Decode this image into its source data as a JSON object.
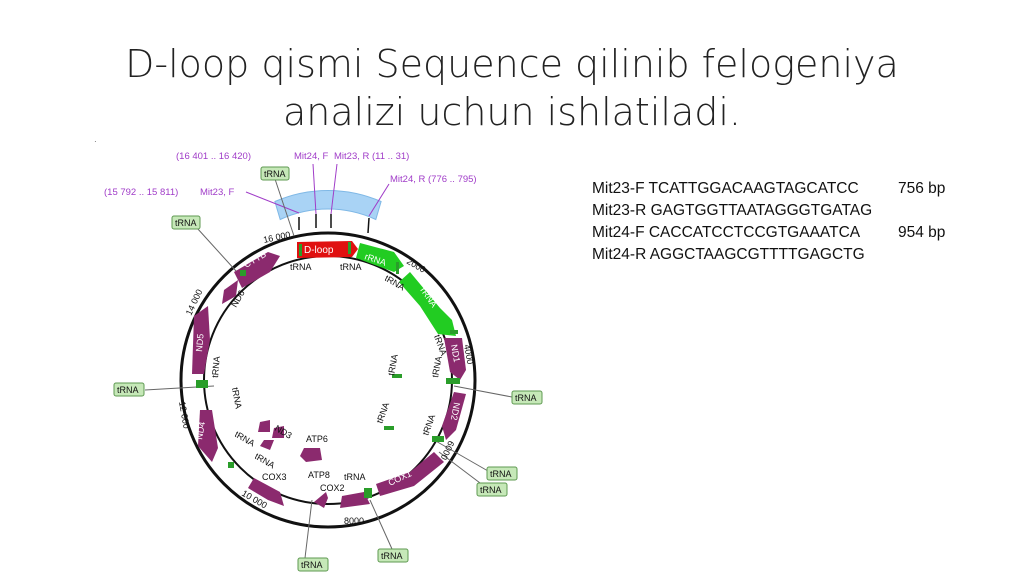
{
  "title": {
    "line1": "D-loop qismi Sequence qilinib felogeniya",
    "line2": "analizi uchun ishlatiladi."
  },
  "primers": [
    {
      "label": "Mit23-F TCATTGGACAAGTAGCATCC",
      "size": "756 bp"
    },
    {
      "label": "Mit23-R   GAGTGGTTAATAGGGTGATAG",
      "size": ""
    },
    {
      "label": "Mit24-F CACCATCCTCCGTGAAATCA",
      "size": "954 bp"
    },
    {
      "label": "Mit24-R AGGCTAAGCGTTTTGAGCTG",
      "size": ""
    }
  ],
  "map": {
    "annotations": {
      "pos_16401": "(16 401 .. 16 420)",
      "mit24f": "Mit24, F",
      "mit23r": "Mit23, R  (11 .. 31)",
      "trna_top": "tRNA",
      "mit24r": "Mit24, R  (776 .. 795)",
      "pos_15792": "(15 792 .. 15 811)",
      "mit23f": "Mit23, F",
      "trna_topleft": "tRNA",
      "trna_left": "tRNA",
      "trna_right": "tRNA",
      "trna_br1": "tRNA",
      "trna_br2": "tRNA",
      "trna_bottom": "tRNA",
      "trna_bottom2": "tRNA"
    },
    "ticks": {
      "t16000": "16 000",
      "t2000": "2000",
      "t4000": "4000",
      "t6000": "6000",
      "t8000": "8000",
      "t10000": "10 000",
      "t12000": "12 000",
      "t14000": "14 000"
    },
    "genes": {
      "dloop": "D-loop",
      "rrna1": "rRNA",
      "rrna2": "rRNA",
      "nd1": "ND1",
      "nd2": "ND2",
      "cox1": "COX1",
      "cox2": "COX2",
      "atp8": "ATP8",
      "atp6": "ATP6",
      "cox3": "COX3",
      "nd3": "ND3",
      "nd4": "ND4",
      "nd5": "ND5",
      "nd6": "ND6",
      "cytb": "CYTB"
    },
    "trna_labels": {
      "a": "tRNA",
      "b": "tRNA",
      "c": "tRNA",
      "d": "tRNA",
      "e": "tRNA",
      "f": "tRNA",
      "g": "tRNA",
      "h": "tRNA",
      "i": "tRNA",
      "j": "tRNA",
      "k": "tRNA",
      "l": "tRNA",
      "m": "tRNA"
    },
    "colors": {
      "gene": "#8b2a6e",
      "rrna": "#22cc22",
      "dloop": "#e01010",
      "highlight": "#a9d3f5",
      "primer": "#a03cc8",
      "trna_badge": "#c6e8b8"
    }
  }
}
